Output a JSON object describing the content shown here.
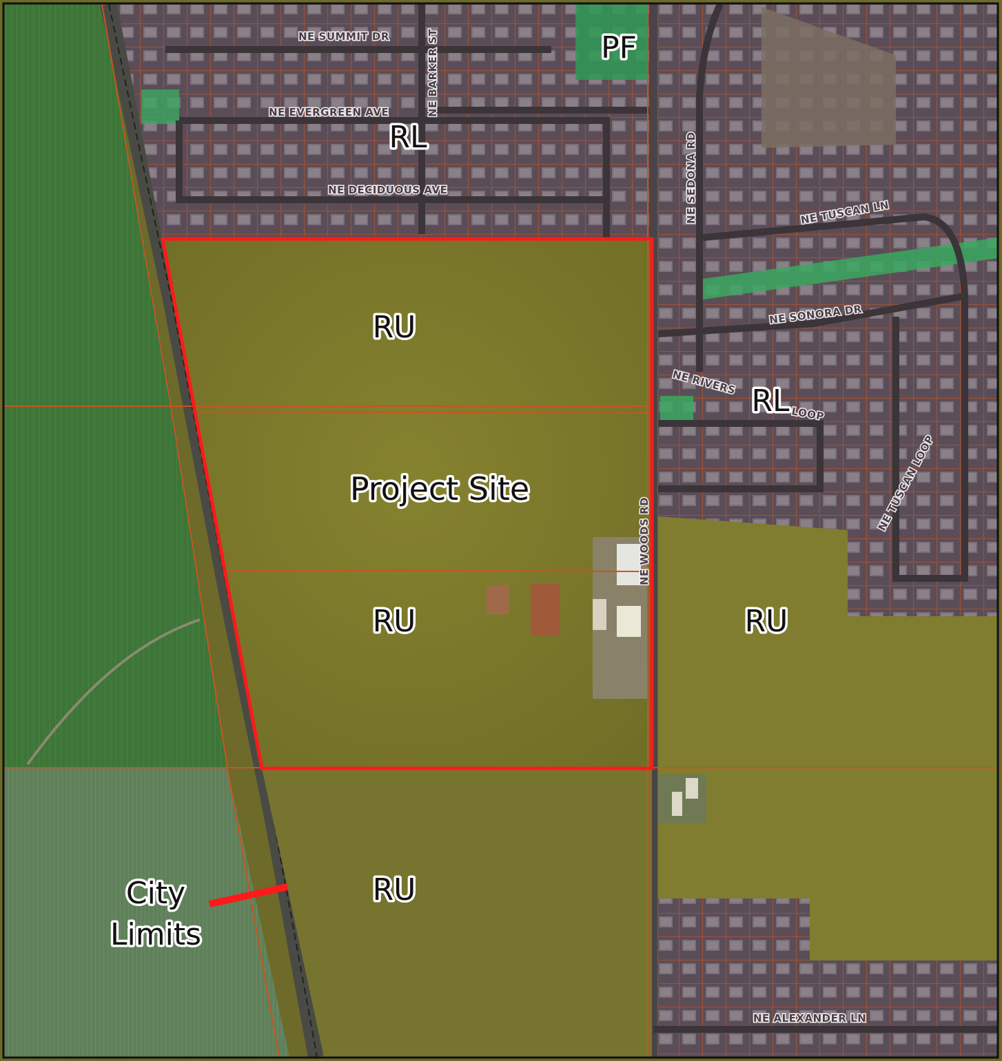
{
  "map": {
    "zone_labels": {
      "pf": "PF",
      "rl_north": "RL",
      "rl_east": "RL",
      "ru_site_north": "RU",
      "ru_site_south": "RU",
      "ru_east": "RU",
      "ru_south": "RU"
    },
    "project_site_label": "Project Site",
    "city_limits_label": [
      "City",
      "Limits"
    ],
    "streets": {
      "summit": "NE SUMMIT DR",
      "barker": "NE BARKER ST",
      "evergreen": "NE EVERGREEN AVE",
      "deciduous": "NE DECIDUOUS AVE",
      "sedona": "NE SEDONA RD",
      "tuscan_ln": "NE TUSCAN LN",
      "sonora": "NE SONORA DR",
      "rivers": "NE RIVERS",
      "loop": "LOOP",
      "tuscan_loop": "NE TUSCAN LOOP",
      "woods": "NE WOODS RD",
      "alexander": "NE ALEXANDER LN"
    },
    "colors": {
      "project_boundary": "#ff1a1a",
      "parcel_lines": "#c8551e",
      "farmland_green": "#3f7a3a",
      "field_olive": "#7d7a2e",
      "residential": "#5a4a55",
      "park_green": "#3aa860",
      "pf_green": "#2f9a55"
    }
  }
}
